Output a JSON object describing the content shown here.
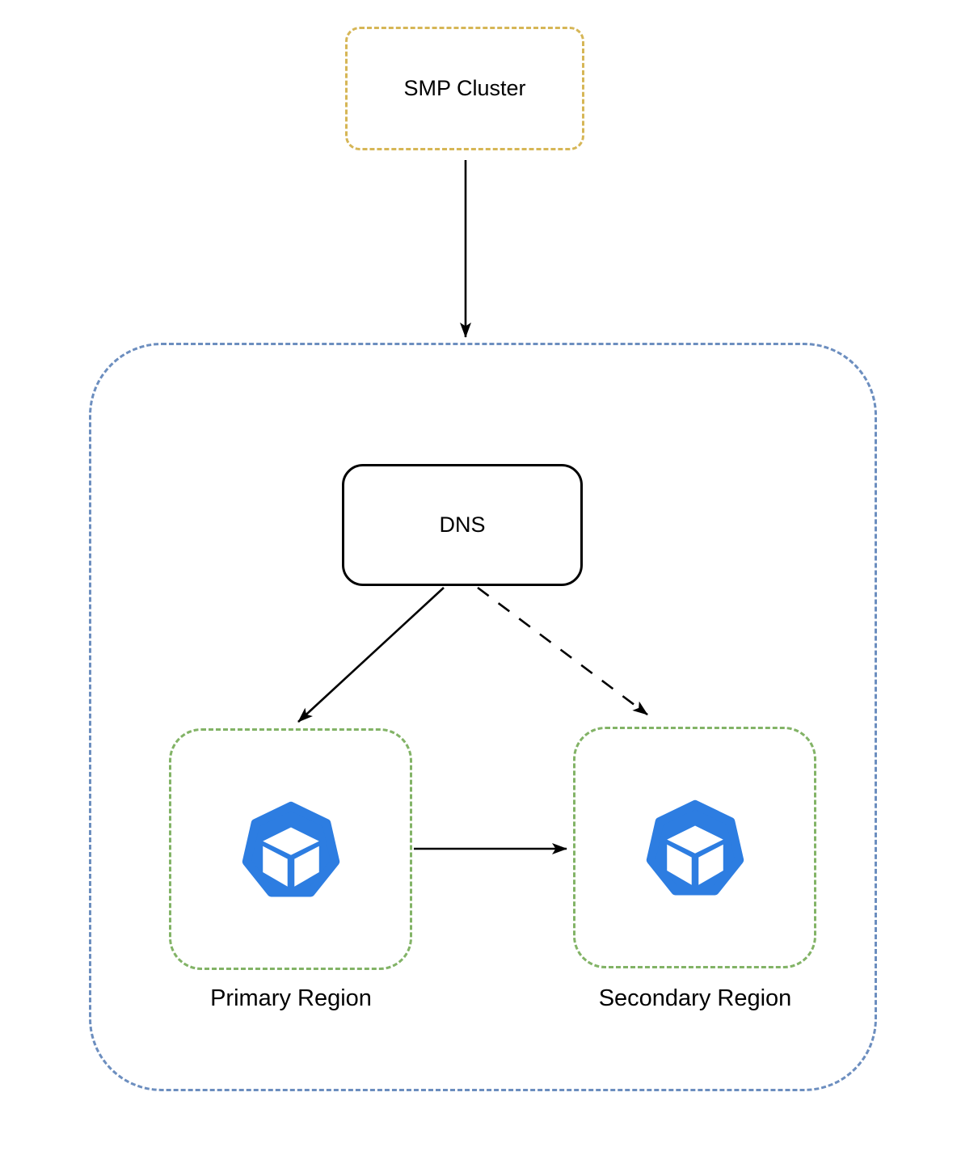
{
  "diagram": {
    "type": "architecture-diagram",
    "background_color": "#ffffff",
    "nodes": {
      "smp_cluster": {
        "label": "SMP Cluster",
        "border_style": "dashed",
        "border_color": "#D6B656"
      },
      "dns": {
        "label": "DNS",
        "border_style": "solid",
        "border_color": "#000000"
      },
      "primary_region": {
        "label": "Primary Region",
        "border_style": "dashed",
        "border_color": "#82B366",
        "icon": "cluster-cube-icon"
      },
      "secondary_region": {
        "label": "Secondary Region",
        "border_style": "dashed",
        "border_color": "#82B366",
        "icon": "cluster-cube-icon"
      }
    },
    "container": {
      "label": "",
      "border_style": "dashed",
      "border_color": "#6C8EBF"
    },
    "colors": {
      "icon_blue": "#2D7DE1",
      "icon_cube_white": "#ffffff",
      "edge_black": "#000000"
    },
    "edges": [
      {
        "from": "smp_cluster",
        "to": "outer-container",
        "style": "solid",
        "direction": "down"
      },
      {
        "from": "dns",
        "to": "primary_region",
        "style": "solid",
        "direction": "down-left"
      },
      {
        "from": "dns",
        "to": "secondary_region",
        "style": "dashed",
        "direction": "down-right"
      },
      {
        "from": "primary_region",
        "to": "secondary_region",
        "style": "solid",
        "direction": "right"
      }
    ]
  }
}
